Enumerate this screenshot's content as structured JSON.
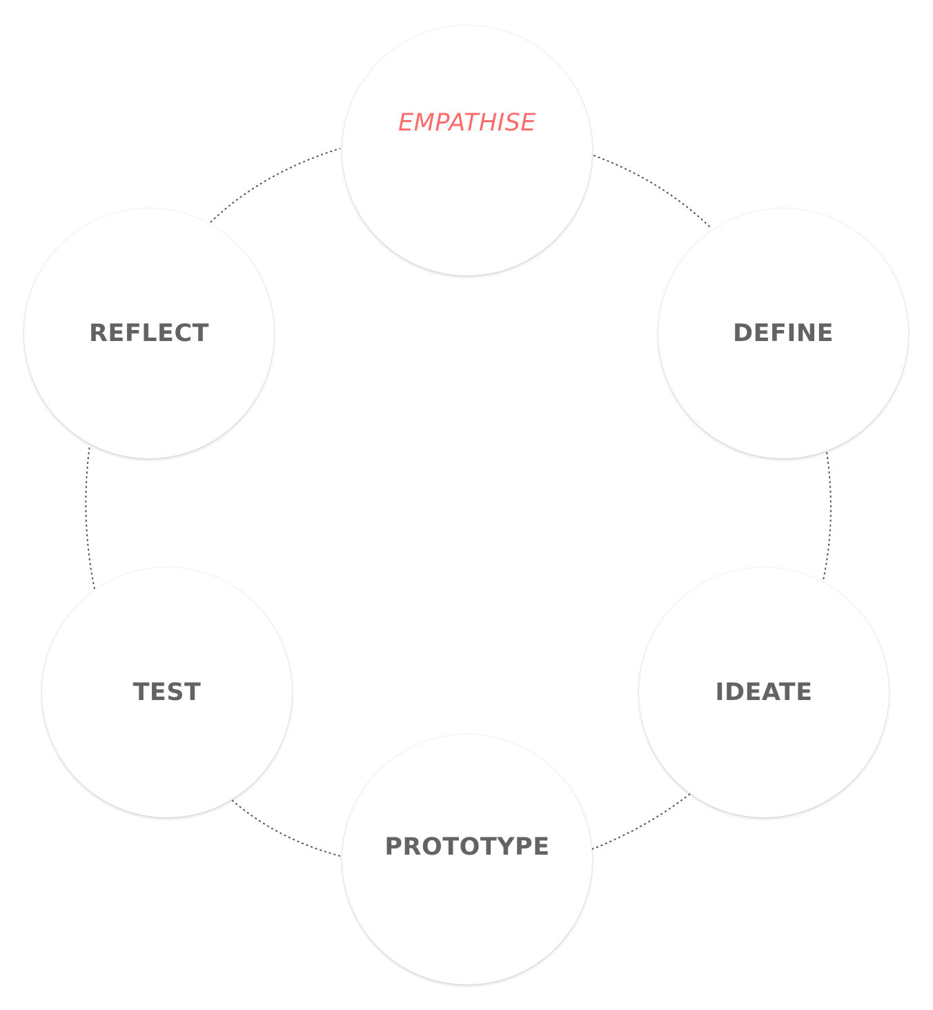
{
  "stages": [
    {
      "id": "empathise",
      "label": "EMPATHISE",
      "active": true
    },
    {
      "id": "define",
      "label": "DEFINE",
      "active": false
    },
    {
      "id": "ideate",
      "label": "IDEATE",
      "active": false
    },
    {
      "id": "prototype",
      "label": "PROTOTYPE",
      "active": false
    },
    {
      "id": "test",
      "label": "TEST",
      "active": false
    },
    {
      "id": "reflect",
      "label": "REFLECT",
      "active": false
    }
  ],
  "colors": {
    "active_label": "#ff6b6b",
    "label": "#636363",
    "connector": "#555555",
    "circle_fill": "#ffffff"
  },
  "connector_style": "dotted"
}
